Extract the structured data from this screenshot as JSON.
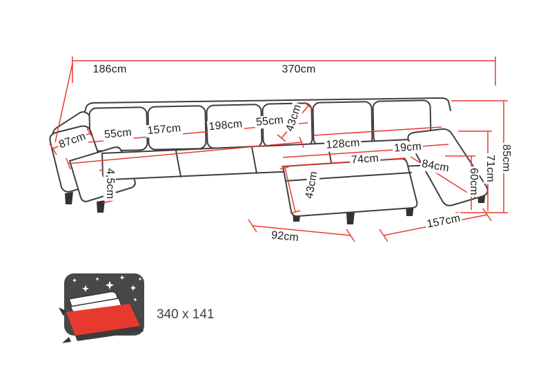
{
  "diagram": {
    "type": "corner-sofa-dimension-diagram",
    "unit": "cm",
    "dims": [
      {
        "id": "left-depth",
        "text": "186cm"
      },
      {
        "id": "total-width",
        "text": "370cm"
      },
      {
        "id": "left-arm-width",
        "text": "87cm"
      },
      {
        "id": "left-seat-depth",
        "text": "55cm"
      },
      {
        "id": "left-seat-length",
        "text": "157cm"
      },
      {
        "id": "mid-seat-length",
        "text": "198cm"
      },
      {
        "id": "mid-seat-depth",
        "text": "55cm"
      },
      {
        "id": "back-cushion-height",
        "text": "43cm"
      },
      {
        "id": "right-seat-width",
        "text": "128cm"
      },
      {
        "id": "arm-top-width",
        "text": "19cm"
      },
      {
        "id": "chaise-top-width",
        "text": "74cm"
      },
      {
        "id": "right-arm-length",
        "text": "84cm"
      },
      {
        "id": "chaise-side-depth",
        "text": "43cm"
      },
      {
        "id": "seat-arm-gap",
        "text": "4,5cm"
      },
      {
        "id": "seat-height",
        "text": "60cm"
      },
      {
        "id": "arm-height",
        "text": "71cm"
      },
      {
        "id": "total-height",
        "text": "85cm"
      },
      {
        "id": "chaise-front-width",
        "text": "92cm"
      },
      {
        "id": "right-side-depth",
        "text": "157cm"
      }
    ],
    "sleeping_function": {
      "size_label": "340 x 141"
    },
    "colors": {
      "dimension_line": "#e8392e",
      "outline": "#3d3d3d",
      "label_text": "#1d1d1d",
      "icon_background": "#484848",
      "icon_mattress": "#e8392e"
    }
  }
}
